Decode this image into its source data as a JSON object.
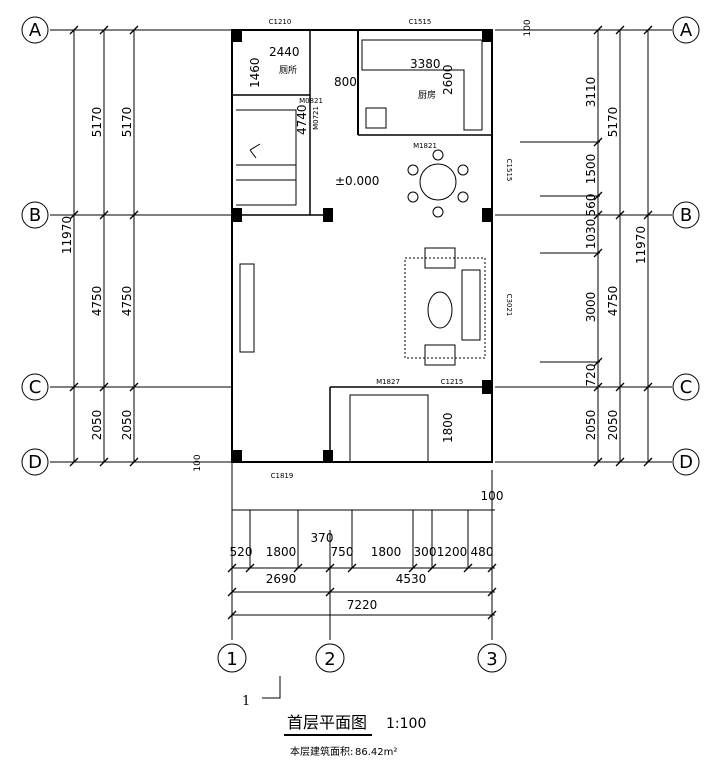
{
  "axes": {
    "A": "A",
    "B": "B",
    "C": "C",
    "D": "D",
    "n1": "1",
    "n2": "2",
    "n3": "3"
  },
  "dims": {
    "left_total": "11970",
    "left_outer": [
      "5170",
      "4750",
      "2050"
    ],
    "left_inner": [
      "5170",
      "4750",
      "2050"
    ],
    "left_offset": "100",
    "right_top": "100",
    "right_detail": [
      "3110",
      "1500",
      "560",
      "1030",
      "3000",
      "720",
      "2050"
    ],
    "right_mid": [
      "5170",
      "4750",
      "2050"
    ],
    "right_total": "11970",
    "bottom_offset": "100",
    "bottom_370": "370",
    "bottom_detail": [
      "520",
      "1800",
      "750",
      "1800",
      "300",
      "1200",
      "480"
    ],
    "bottom_mid": [
      "2690",
      "4530"
    ],
    "bottom_total": "7220"
  },
  "room": {
    "toilet": "厕所",
    "kitchen": "厨房",
    "d2440": "2440",
    "d1460": "1460",
    "d800": "800",
    "d3380": "3380",
    "d2600": "2600",
    "d4740": "4740",
    "d1800": "1800",
    "elev": "±0.000"
  },
  "tags": {
    "c1210": "C1210",
    "c1515a": "C1515",
    "c1515b": "C1515",
    "m0821": "M0821",
    "m0721": "M0721",
    "m1821": "M1821",
    "c3021": "C3021",
    "m1827": "M1827",
    "c1215": "C1215",
    "c1819": "C1819"
  },
  "footer": {
    "section_no": "1",
    "title": "首层平面图",
    "scale": "1:100",
    "area_label": "本层建筑面积:",
    "area_value": "86.42m²"
  }
}
